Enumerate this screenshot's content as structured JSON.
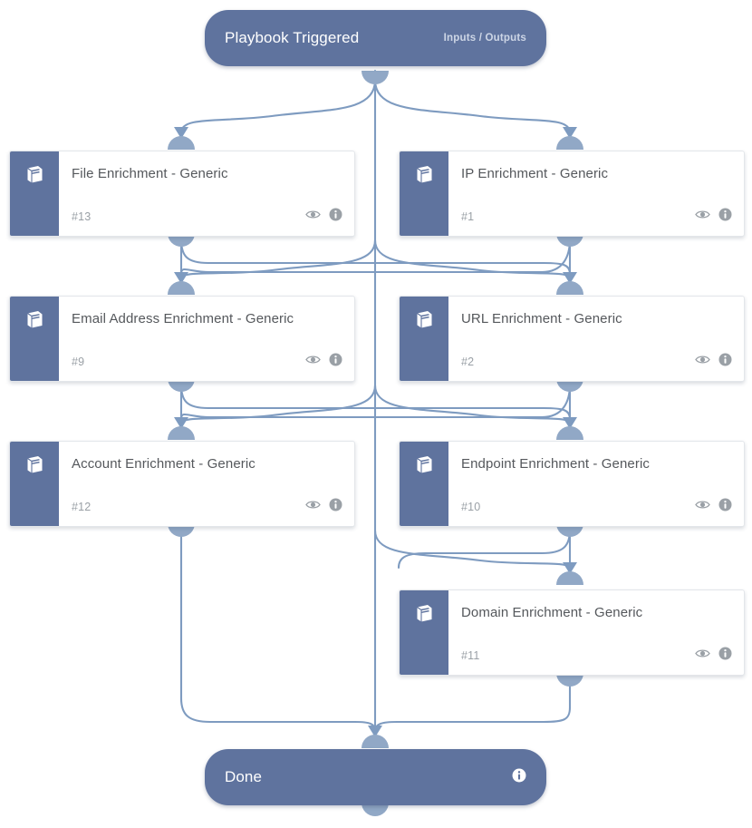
{
  "diagram": {
    "type": "playbook-workflow",
    "colors": {
      "node_blue": "#5f739e",
      "port_blue": "#91a8c6",
      "edge_blue": "#7e9bc0",
      "card_bg": "#ffffff",
      "title_text": "#55585c",
      "id_text": "#9aa0a6"
    },
    "start_node": {
      "title": "Playbook Triggered",
      "subtitle": "Inputs / Outputs"
    },
    "end_node": {
      "title": "Done",
      "info_icon": "info-icon"
    },
    "tasks": [
      {
        "title": "File Enrichment - Generic",
        "id": "#13",
        "icon": "playbook-book-icon",
        "eye_icon": "eye-icon",
        "info_icon": "info-icon",
        "column": "left",
        "row": 1
      },
      {
        "title": "IP Enrichment - Generic",
        "id": "#1",
        "icon": "playbook-book-icon",
        "eye_icon": "eye-icon",
        "info_icon": "info-icon",
        "column": "right",
        "row": 1
      },
      {
        "title": "Email Address Enrichment - Generic",
        "id": "#9",
        "icon": "playbook-book-icon",
        "eye_icon": "eye-icon",
        "info_icon": "info-icon",
        "column": "left",
        "row": 2
      },
      {
        "title": "URL Enrichment - Generic",
        "id": "#2",
        "icon": "playbook-book-icon",
        "eye_icon": "eye-icon",
        "info_icon": "info-icon",
        "column": "right",
        "row": 2
      },
      {
        "title": "Account Enrichment - Generic",
        "id": "#12",
        "icon": "playbook-book-icon",
        "eye_icon": "eye-icon",
        "info_icon": "info-icon",
        "column": "left",
        "row": 3
      },
      {
        "title": "Endpoint Enrichment - Generic",
        "id": "#10",
        "icon": "playbook-book-icon",
        "eye_icon": "eye-icon",
        "info_icon": "info-icon",
        "column": "right",
        "row": 3
      },
      {
        "title": "Domain Enrichment - Generic",
        "id": "#11",
        "icon": "playbook-book-icon",
        "eye_icon": "eye-icon",
        "info_icon": "info-icon",
        "column": "right",
        "row": 4
      }
    ]
  }
}
